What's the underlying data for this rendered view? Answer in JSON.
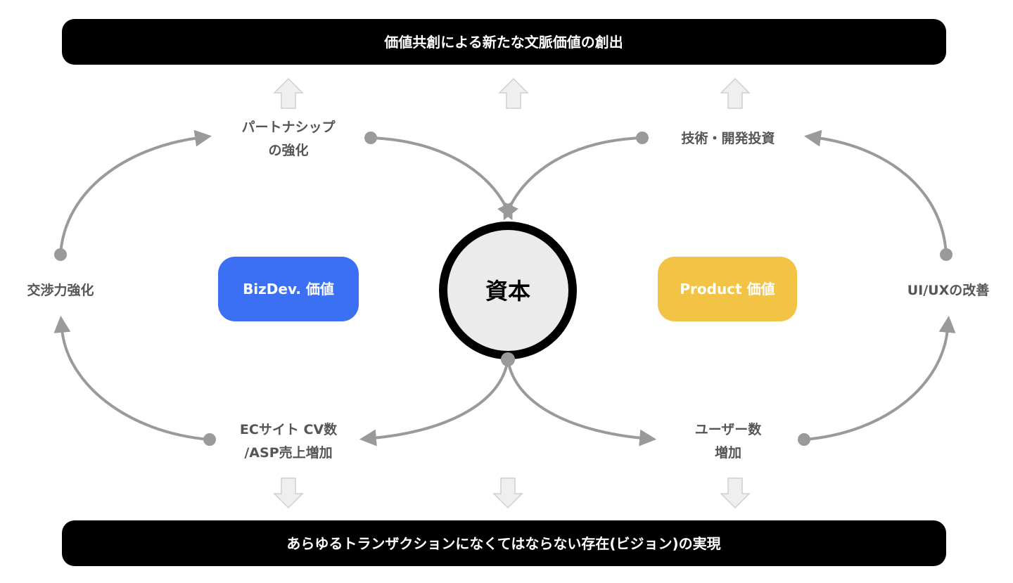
{
  "top_banner": "価値共創による新たな文脈価値の創出",
  "bottom_banner": "あらゆるトランザクションになくてはならない存在(ビジョン)の実現",
  "center": "資本",
  "bizdev_box": "BizDev. 価値",
  "product_box": "Product 価値",
  "nodes": {
    "partnership": [
      "パートナシップ",
      "の強化"
    ],
    "tech_investment": "技術・開発投資",
    "negotiation": "交渉力強化",
    "uiux": "UI/UXの改善",
    "ec_cv": [
      "ECサイト CV数",
      "/ASP売上増加"
    ],
    "users": [
      "ユーザー数",
      "増加"
    ]
  },
  "colors": {
    "bizdev": "#3b70f5",
    "product": "#f2c345",
    "arrow": "#9a9a9a",
    "banner": "#000000"
  }
}
